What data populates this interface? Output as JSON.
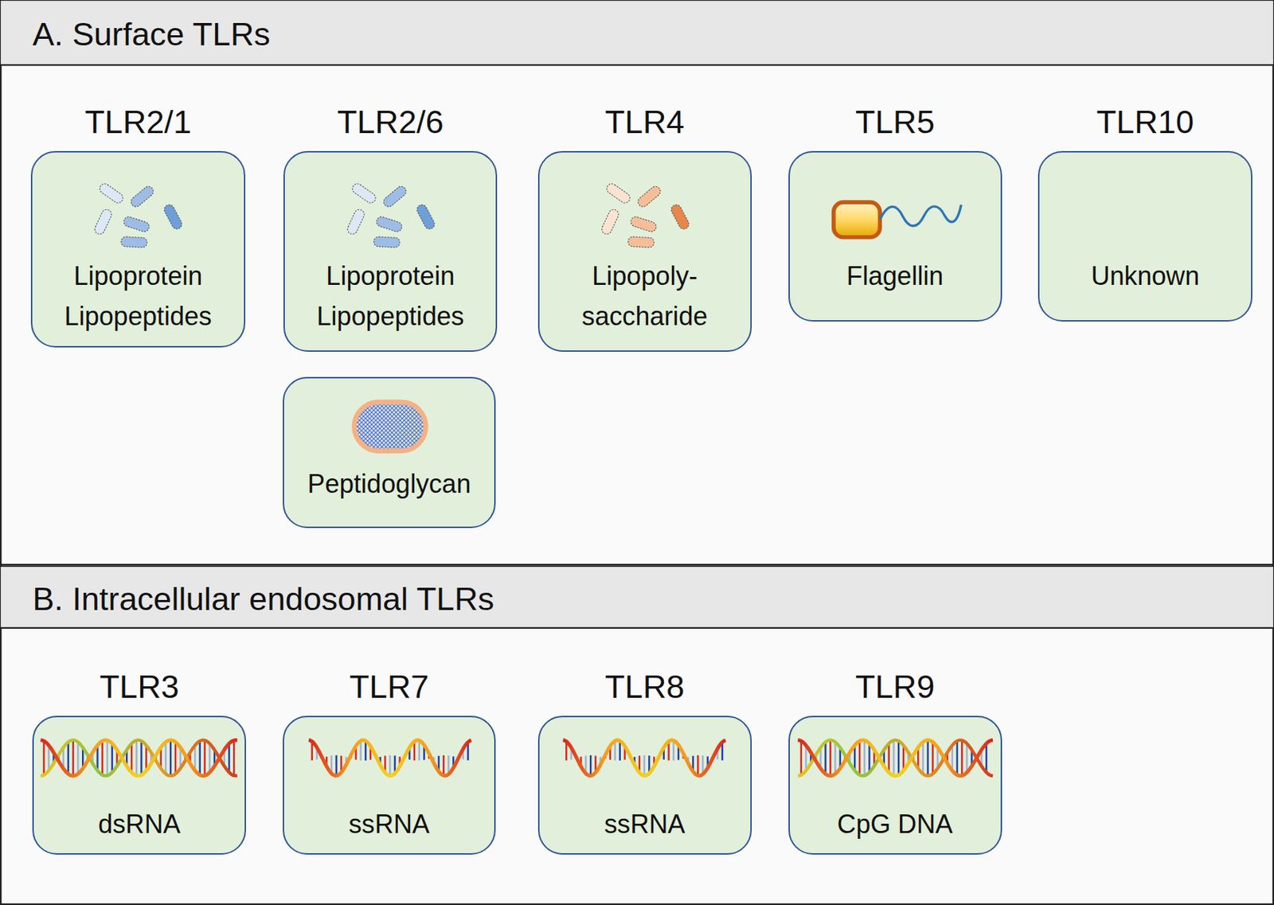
{
  "diagram": {
    "nodes": [
      {
        "text": [
          "A. Surface TLRs"
        ]
      },
      {
        "text": [
          "TLR2/1",
          "Lipoprotein Lipopeptides"
        ],
        "in": 0
      },
      {
        "text": [
          "TLR2/6",
          "Lipoprotein Lipopeptides"
        ],
        "in": 0
      },
      {
        "text": [
          "TLR4",
          "Lipopoly- saccharide"
        ],
        "in": 0
      },
      {
        "text": [
          "TLR5",
          "Flagellin"
        ],
        "in": 0
      },
      {
        "text": [
          "TLR10",
          "Unknown"
        ],
        "in": 0
      },
      {
        "text": [
          "Peptidoglycan"
        ],
        "in": 0
      },
      {
        "text": [
          "B. Intracellular endosomal TLRs"
        ]
      },
      {
        "text": [
          "TLR3",
          "dsRNA"
        ],
        "in": 7
      },
      {
        "text": [
          "TLR7",
          "ssRNA"
        ],
        "in": 7
      },
      {
        "text": [
          "TLR8",
          "ssRNA"
        ],
        "in": 7
      },
      {
        "text": [
          "TLR9",
          "CpG DNA"
        ],
        "in": 7
      }
    ]
  }
}
